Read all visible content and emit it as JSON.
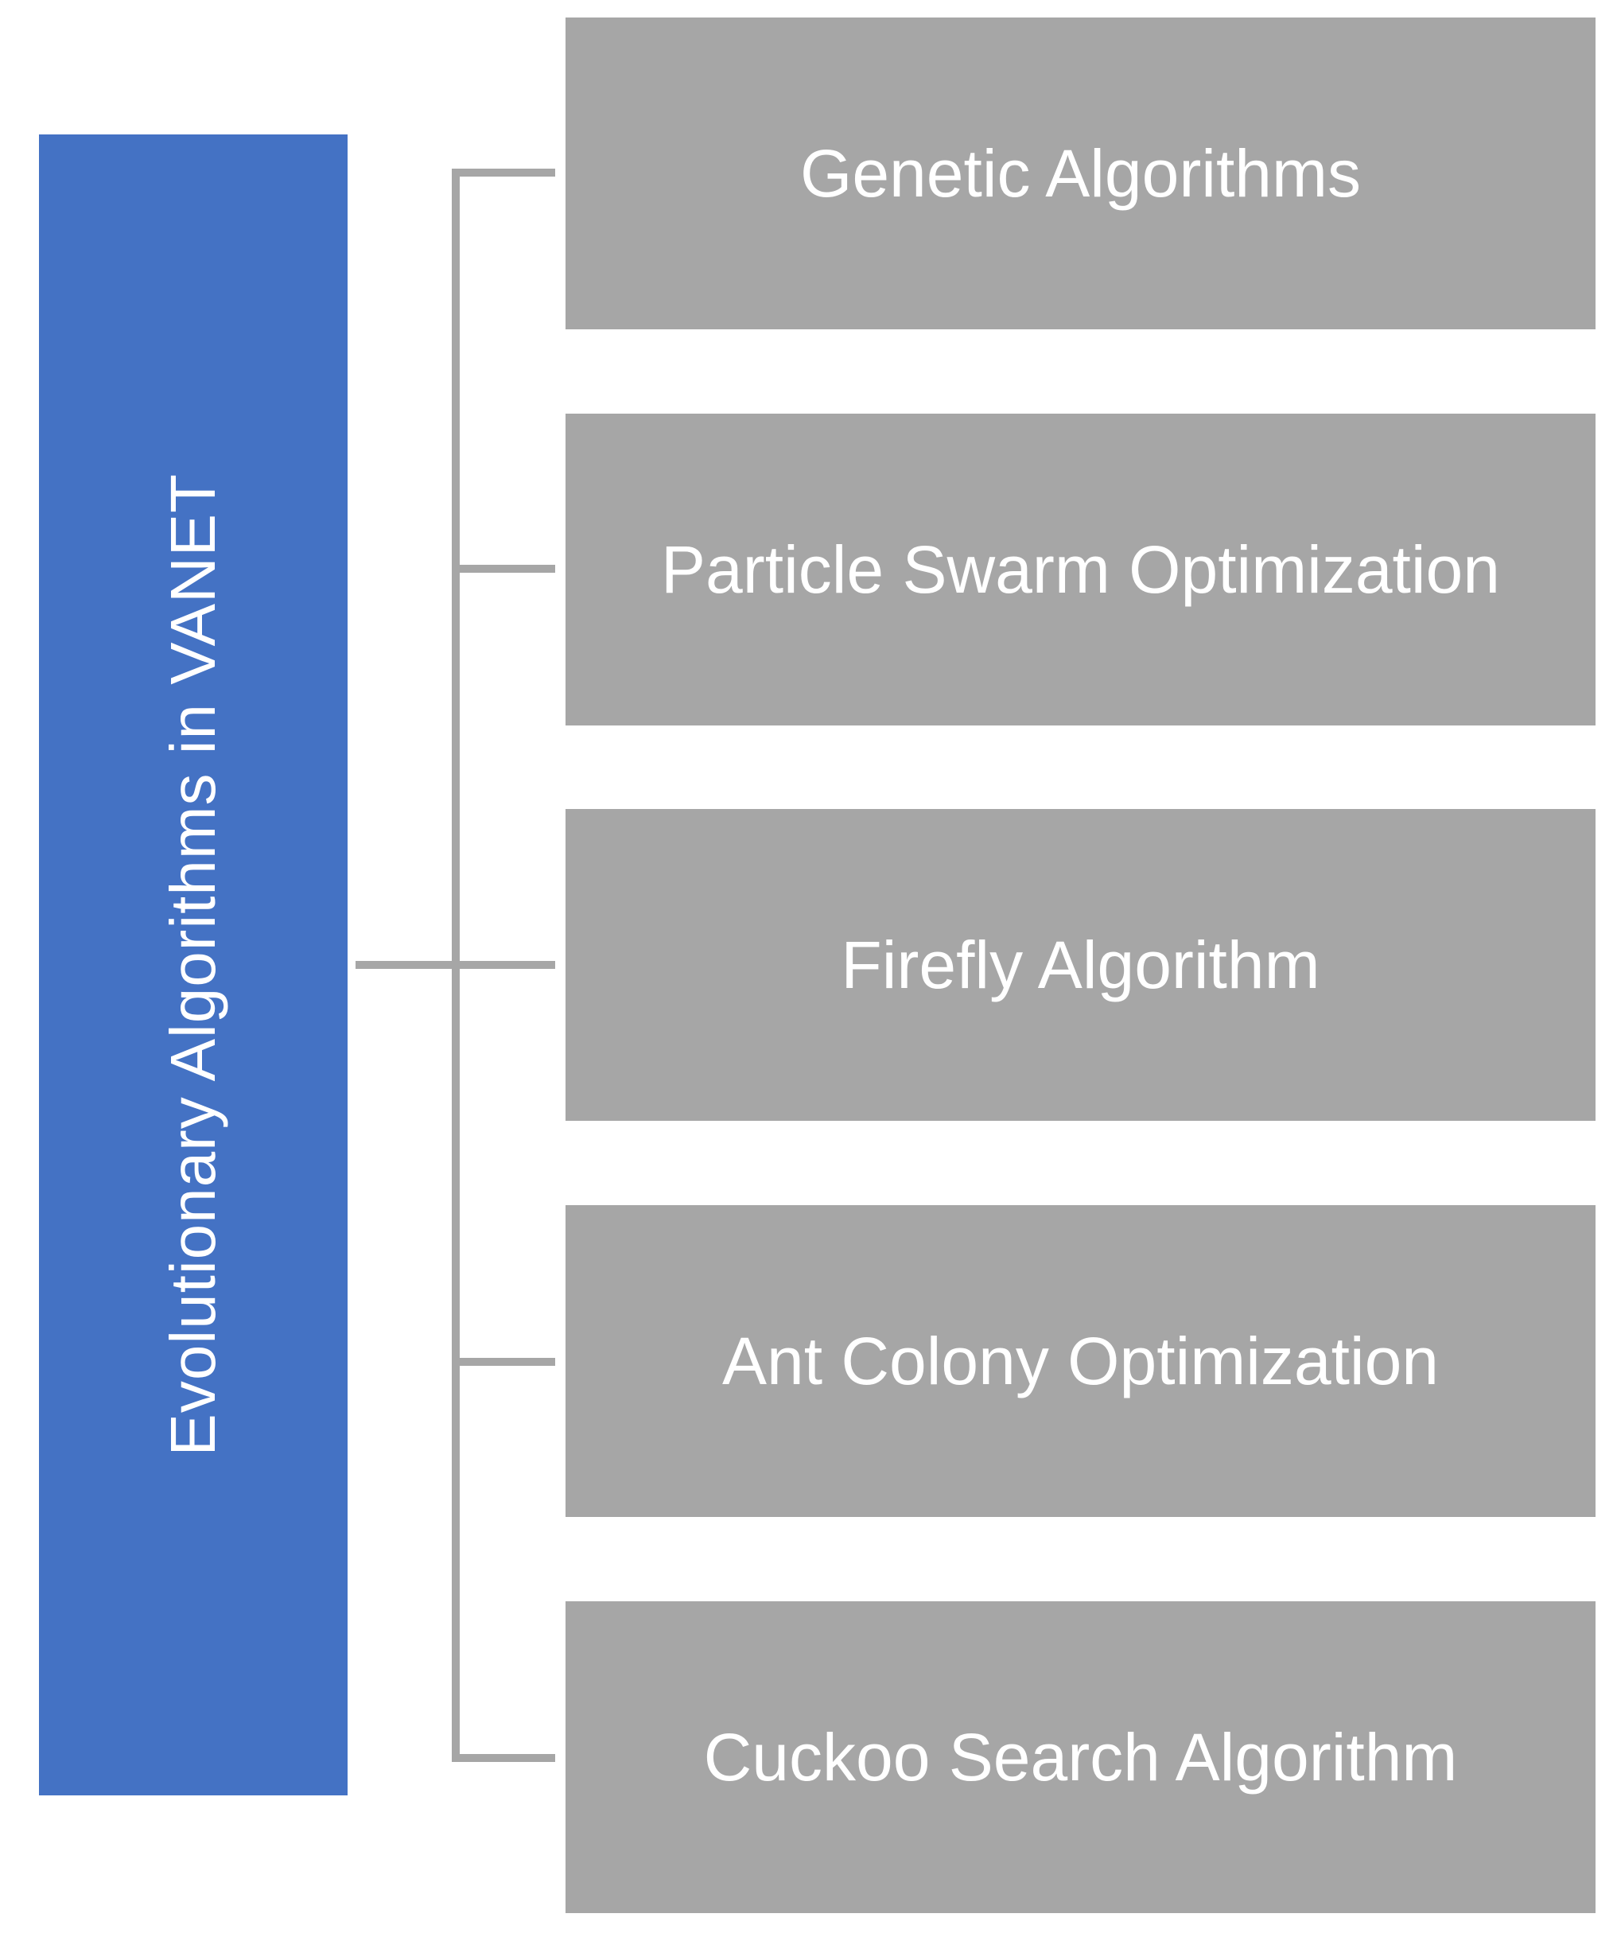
{
  "diagram": {
    "root": {
      "label": "Evolutionary Algorithms in VANET"
    },
    "children": [
      {
        "label": "Genetic Algorithms"
      },
      {
        "label": "Particle Swarm Optimization"
      },
      {
        "label": "Firefly Algorithm"
      },
      {
        "label": "Ant Colony Optimization"
      },
      {
        "label": "Cuckoo Search Algorithm"
      }
    ],
    "colors": {
      "root_fill": "#4472C4",
      "child_fill": "#A6A6A6",
      "connector": "#A6A6A6",
      "text": "#FFFFFF",
      "background": "#FFFFFF"
    }
  }
}
